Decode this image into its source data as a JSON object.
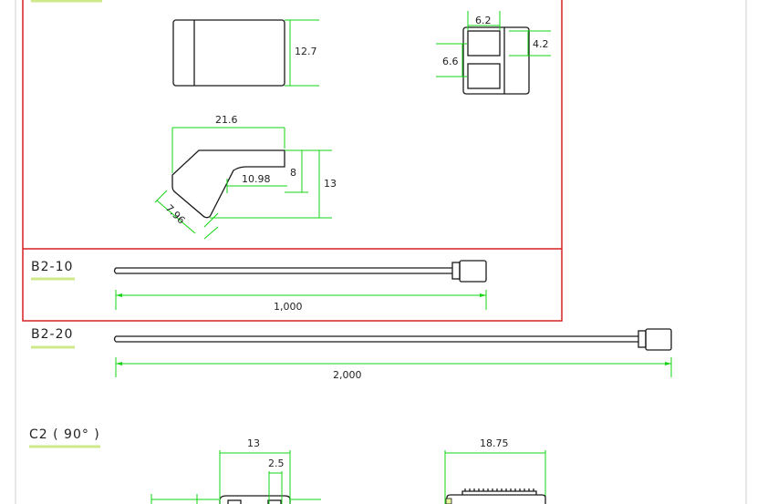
{
  "sections": {
    "b2_10": "B2-10",
    "b2_20": "B2-20",
    "c2": "C2 ( 90° )"
  },
  "dimensions": {
    "height_12_7": "12.7",
    "pitch_6_2": "6.2",
    "height_4_2": "4.2",
    "height_6_6": "6.6",
    "width_21_6": "21.6",
    "inner_10_98": "10.98",
    "height_8": "8",
    "height_13": "13",
    "chamfer_7_96": "7.96",
    "length_1000": "1,000",
    "length_2000": "2,000",
    "c2_width_13": "13",
    "c2_pitch_2_5": "2.5",
    "c2_width_18_75": "18.75"
  },
  "colors": {
    "frame": "#d62020",
    "dimension": "#12d412",
    "underline": "#cfe88a",
    "outline": "#1a1a1a"
  }
}
